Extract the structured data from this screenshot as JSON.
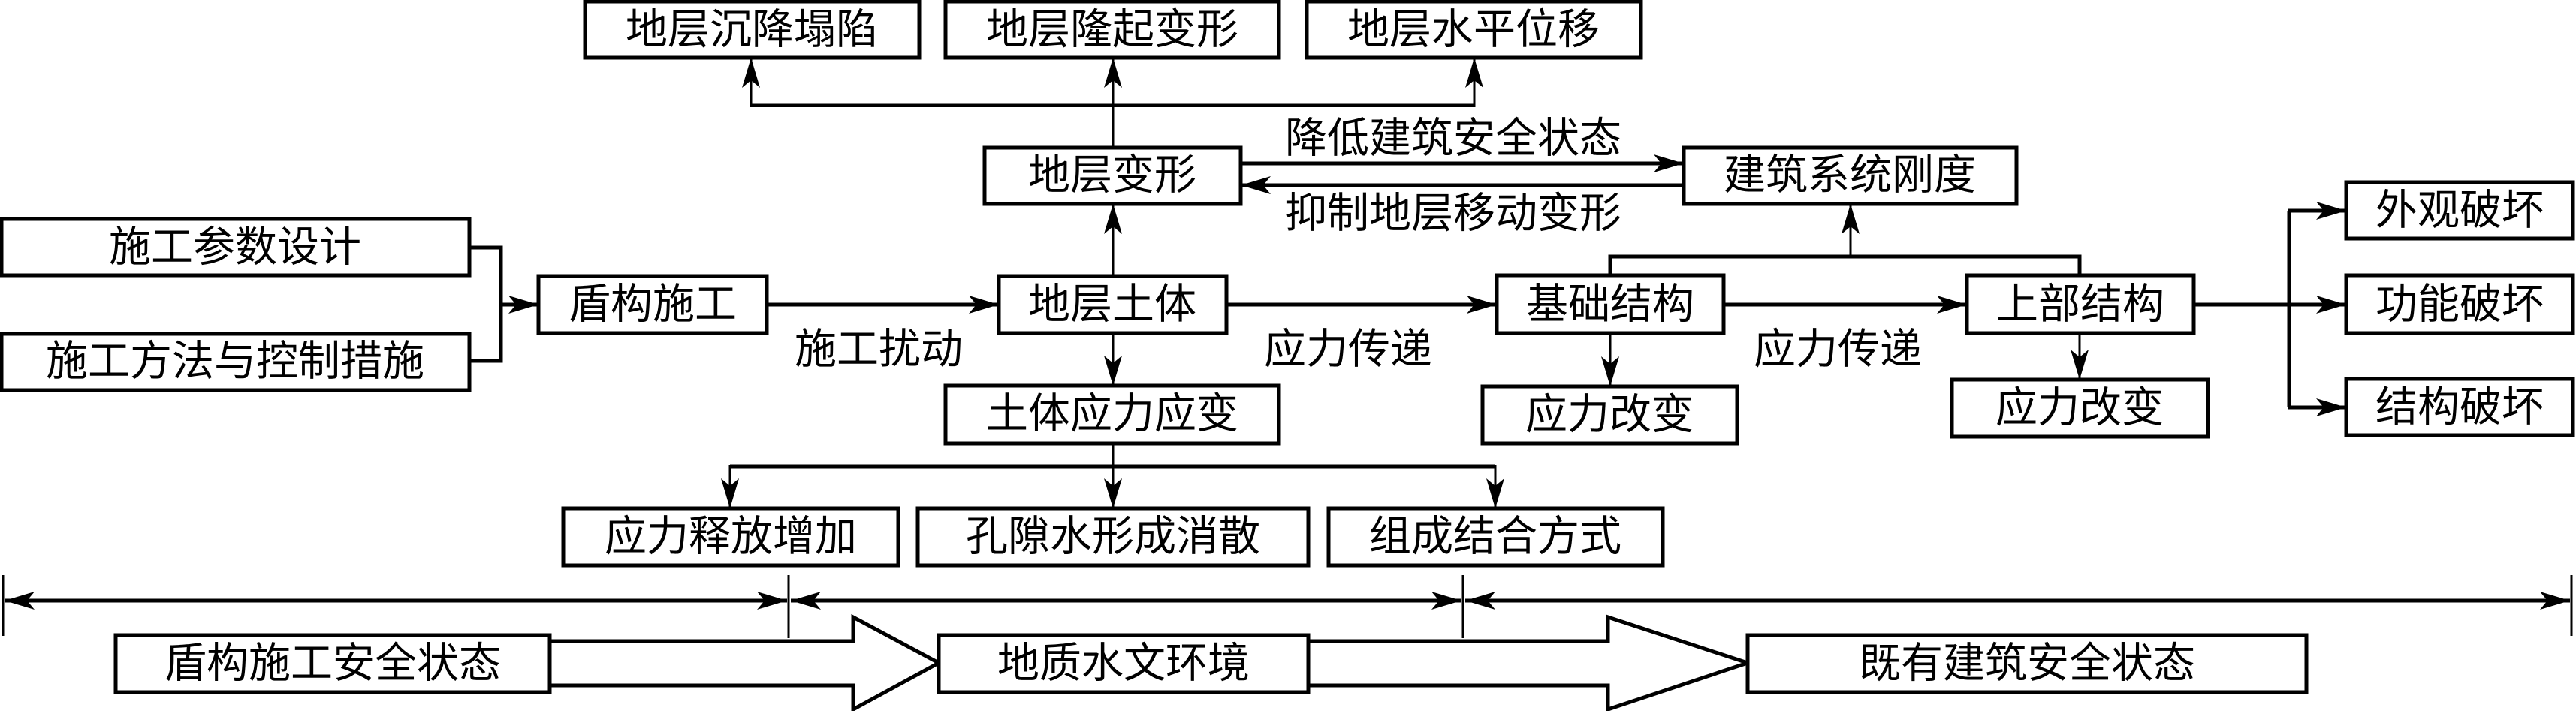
{
  "diagram": {
    "inputs": {
      "param_design": "施工参数设计",
      "method_control": "施工方法与控制措施"
    },
    "shield_construction": "盾构施工",
    "stratum_soil": "地层土体",
    "stratum_deformation": "地层变形",
    "outcomes_top": {
      "settlement_collapse": "地层沉降塌陷",
      "uplift_deformation": "地层隆起变形",
      "horizontal_displacement": "地层水平位移"
    },
    "building_stiffness": "建筑系统刚度",
    "edge_labels": {
      "reduce_safety": "降低建筑安全状态",
      "suppress_deformation": "抑制地层移动变形",
      "construction_disturbance": "施工扰动",
      "stress_transfer_1": "应力传递",
      "stress_transfer_2": "应力传递"
    },
    "soil_stress_strain": "土体应力应变",
    "soil_effects": {
      "stress_release": "应力释放增加",
      "pore_water": "孔隙水形成消散",
      "composition": "组成结合方式"
    },
    "foundation": "基础结构",
    "superstructure": "上部结构",
    "stress_change_foundation": "应力改变",
    "stress_change_super": "应力改变",
    "damage": {
      "appearance": "外观破坏",
      "function": "功能破坏",
      "structure": "结构破坏"
    },
    "stages": {
      "shield_safety": "盾构施工安全状态",
      "geo_hydro_env": "地质水文环境",
      "building_safety": "既有建筑安全状态"
    }
  }
}
